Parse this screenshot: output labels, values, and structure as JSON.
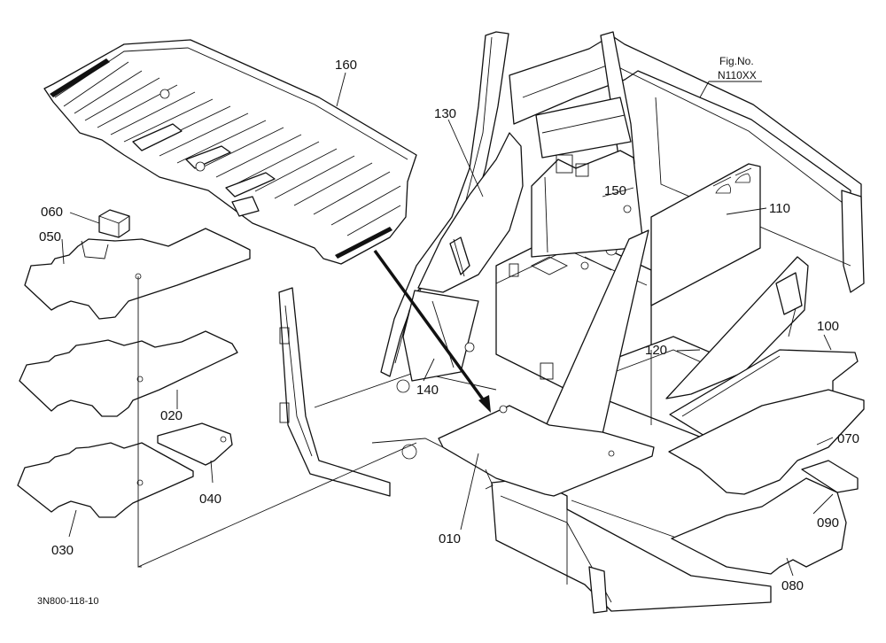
{
  "figure": {
    "fig_label": "Fig.No.",
    "fig_number": "N110XX",
    "drawing_code": "3N800-118-10"
  },
  "part_labels": {
    "p010": "010",
    "p020": "020",
    "p030": "030",
    "p040": "040",
    "p050": "050",
    "p060": "060",
    "p070": "070",
    "p080": "080",
    "p090": "090",
    "p100": "100",
    "p110": "110",
    "p120": "120",
    "p130": "130",
    "p140": "140",
    "p150": "150",
    "p160": "160"
  },
  "colors": {
    "line": "#111111",
    "paper": "#ffffff"
  }
}
